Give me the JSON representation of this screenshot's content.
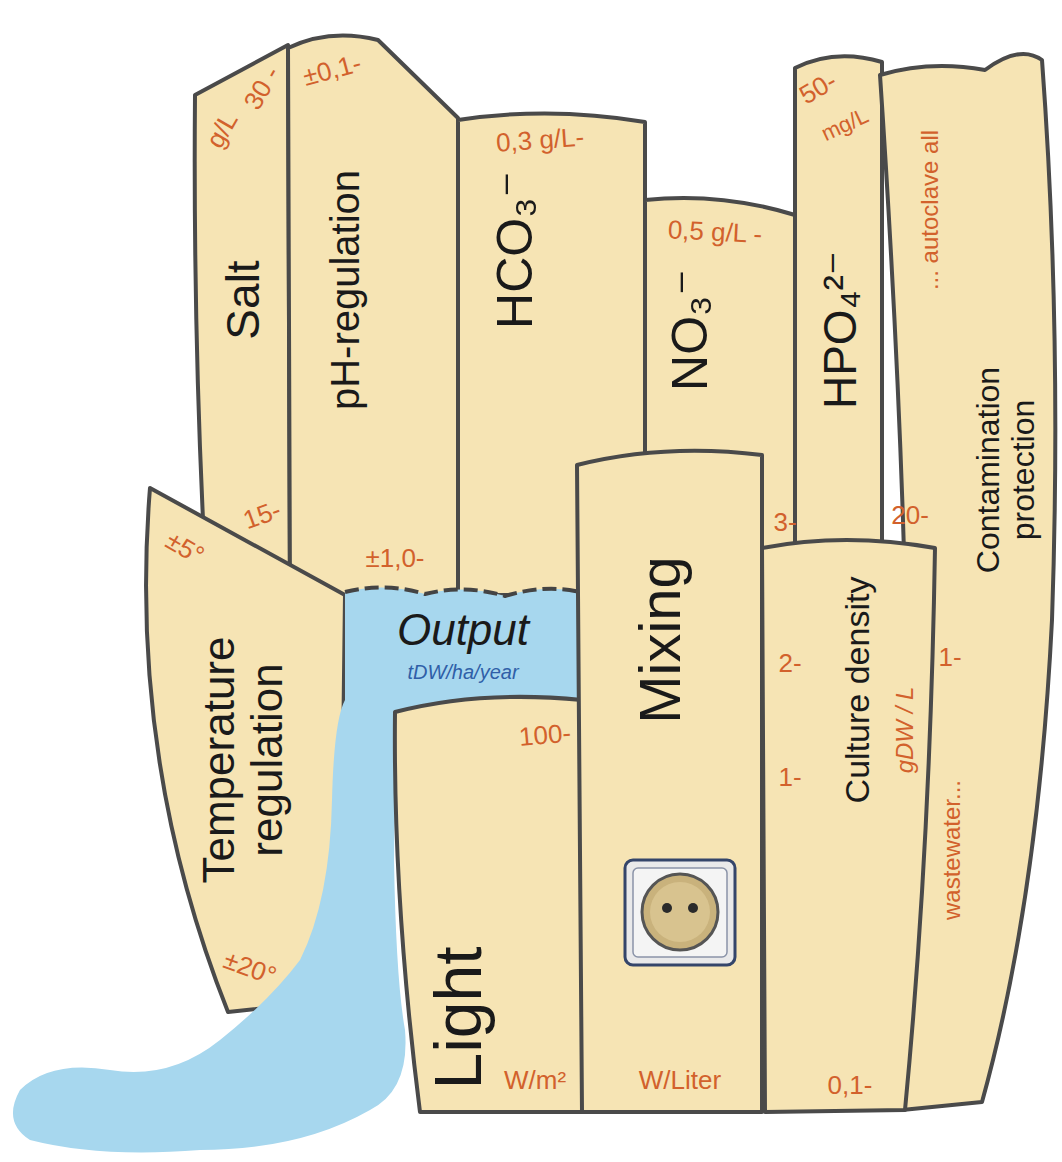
{
  "diagram": {
    "nodes": [
      {
        "text": [
          "Salt",
          "g/L"
        ]
      },
      {
        "text": [
          "pH-regulation"
        ]
      },
      {
        "text": [
          "HCO₃⁻"
        ]
      },
      {
        "text": [
          "NO₃⁻"
        ]
      },
      {
        "text": [
          "HPO₄²⁻",
          "mg/L"
        ]
      },
      {
        "text": [
          "... autoclave all",
          "Contamination protection",
          "wastewater..."
        ]
      },
      {
        "text": [
          "Temperature regulation"
        ]
      },
      {
        "text": [
          "Output",
          "tDW/ha/year"
        ]
      },
      {
        "text": [
          "Light",
          "W/m²"
        ]
      },
      {
        "text": [
          "Mixing",
          "W/Liter"
        ]
      },
      {
        "text": [
          "Culture density",
          "gDW / L"
        ]
      }
    ],
    "labels": [
      "30 -",
      "±0,1-",
      "0,3 g/L-",
      "0,5 g/L -",
      "50-",
      "15-",
      "±1,0-",
      "3-",
      "20-",
      "±5°",
      "100-",
      "2-",
      "1-",
      "1-",
      "±20°",
      "0,1-"
    ]
  }
}
